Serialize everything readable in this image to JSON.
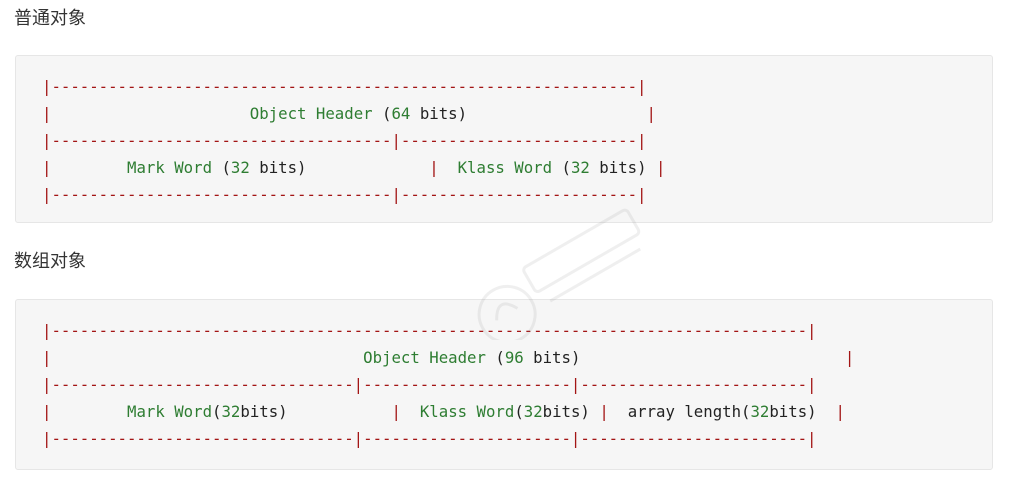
{
  "sections": [
    {
      "heading": "普通对象",
      "lines": [
        [
          [
            "r",
            "|--------------------------------------------------------------|"
          ]
        ],
        [
          [
            "r",
            "|"
          ],
          [
            "k",
            "                     "
          ],
          [
            "g",
            "Object Header "
          ],
          [
            "k",
            "("
          ],
          [
            "g",
            "64"
          ],
          [
            "k",
            " bits)"
          ],
          [
            "k",
            "                   "
          ],
          [
            "r",
            "|"
          ]
        ],
        [
          [
            "r",
            "|------------------------------------|-------------------------|"
          ]
        ],
        [
          [
            "r",
            "|"
          ],
          [
            "k",
            "        "
          ],
          [
            "g",
            "Mark Word "
          ],
          [
            "k",
            "("
          ],
          [
            "g",
            "32"
          ],
          [
            "k",
            " bits)"
          ],
          [
            "k",
            "             "
          ],
          [
            "r",
            "|"
          ],
          [
            "k",
            "  "
          ],
          [
            "g",
            "Klass Word "
          ],
          [
            "k",
            "("
          ],
          [
            "g",
            "32"
          ],
          [
            "k",
            " bits)"
          ],
          [
            "k",
            " "
          ],
          [
            "r",
            "|"
          ]
        ],
        [
          [
            "r",
            "|------------------------------------|-------------------------|"
          ]
        ]
      ]
    },
    {
      "heading": "数组对象",
      "lines": [
        [
          [
            "r",
            "|--------------------------------------------------------------------------------|"
          ]
        ],
        [
          [
            "r",
            "|"
          ],
          [
            "k",
            "                                 "
          ],
          [
            "g",
            "Object Header "
          ],
          [
            "k",
            "("
          ],
          [
            "g",
            "96"
          ],
          [
            "k",
            " bits)"
          ],
          [
            "k",
            "                            "
          ],
          [
            "r",
            "|"
          ]
        ],
        [
          [
            "r",
            "|--------------------------------|----------------------|------------------------|"
          ]
        ],
        [
          [
            "r",
            "|"
          ],
          [
            "k",
            "        "
          ],
          [
            "g",
            "Mark Word"
          ],
          [
            "k",
            "("
          ],
          [
            "g",
            "32"
          ],
          [
            "k",
            "bits)"
          ],
          [
            "k",
            "           "
          ],
          [
            "r",
            "|"
          ],
          [
            "k",
            "  "
          ],
          [
            "g",
            "Klass Word"
          ],
          [
            "k",
            "("
          ],
          [
            "g",
            "32"
          ],
          [
            "k",
            "bits)"
          ],
          [
            "k",
            " "
          ],
          [
            "r",
            "|"
          ],
          [
            "k",
            "  "
          ],
          [
            "k",
            "array length("
          ],
          [
            "g",
            "32"
          ],
          [
            "k",
            "bits)"
          ],
          [
            "k",
            "  "
          ],
          [
            "r",
            "|"
          ]
        ],
        [
          [
            "r",
            "|--------------------------------|----------------------|------------------------|"
          ]
        ]
      ]
    }
  ],
  "colors": {
    "border_dash": "#a31515",
    "keyword": "#2e7d32",
    "text": "#222222"
  },
  "watermark_icon": "logo-watermark"
}
